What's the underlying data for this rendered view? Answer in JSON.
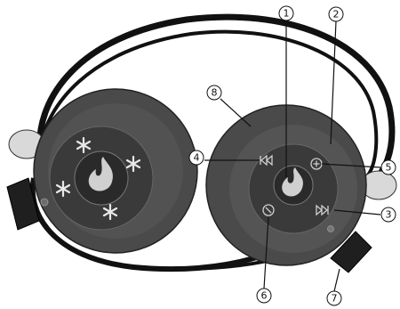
{
  "callouts": {
    "c1": {
      "label": "1"
    },
    "c2": {
      "label": "2"
    },
    "c3": {
      "label": "3"
    },
    "c4": {
      "label": "4"
    },
    "c5": {
      "label": "5"
    },
    "c6": {
      "label": "6"
    },
    "c7": {
      "label": "7"
    },
    "c8": {
      "label": "8"
    }
  },
  "colors": {
    "band": "#111111",
    "earcup_outer": "#4a4a4a",
    "earcup_ring": "#5f5f5f",
    "earcup_center": "#3a3a3a",
    "logo_disc": "#2a2a2a",
    "cushion": "#d9d9d9",
    "arm": "#1f1f1f"
  },
  "icons": {
    "left_earcup": [
      "flame-logo-icon",
      "snowflake-icon",
      "snowflake-icon",
      "snowflake-icon",
      "snowflake-icon",
      "led-indicator-icon"
    ],
    "right_earcup": [
      "flame-logo-icon",
      "previous-track-icon",
      "next-track-icon",
      "volume-plus-icon",
      "volume-minus-icon",
      "mic-dot-icon"
    ]
  }
}
